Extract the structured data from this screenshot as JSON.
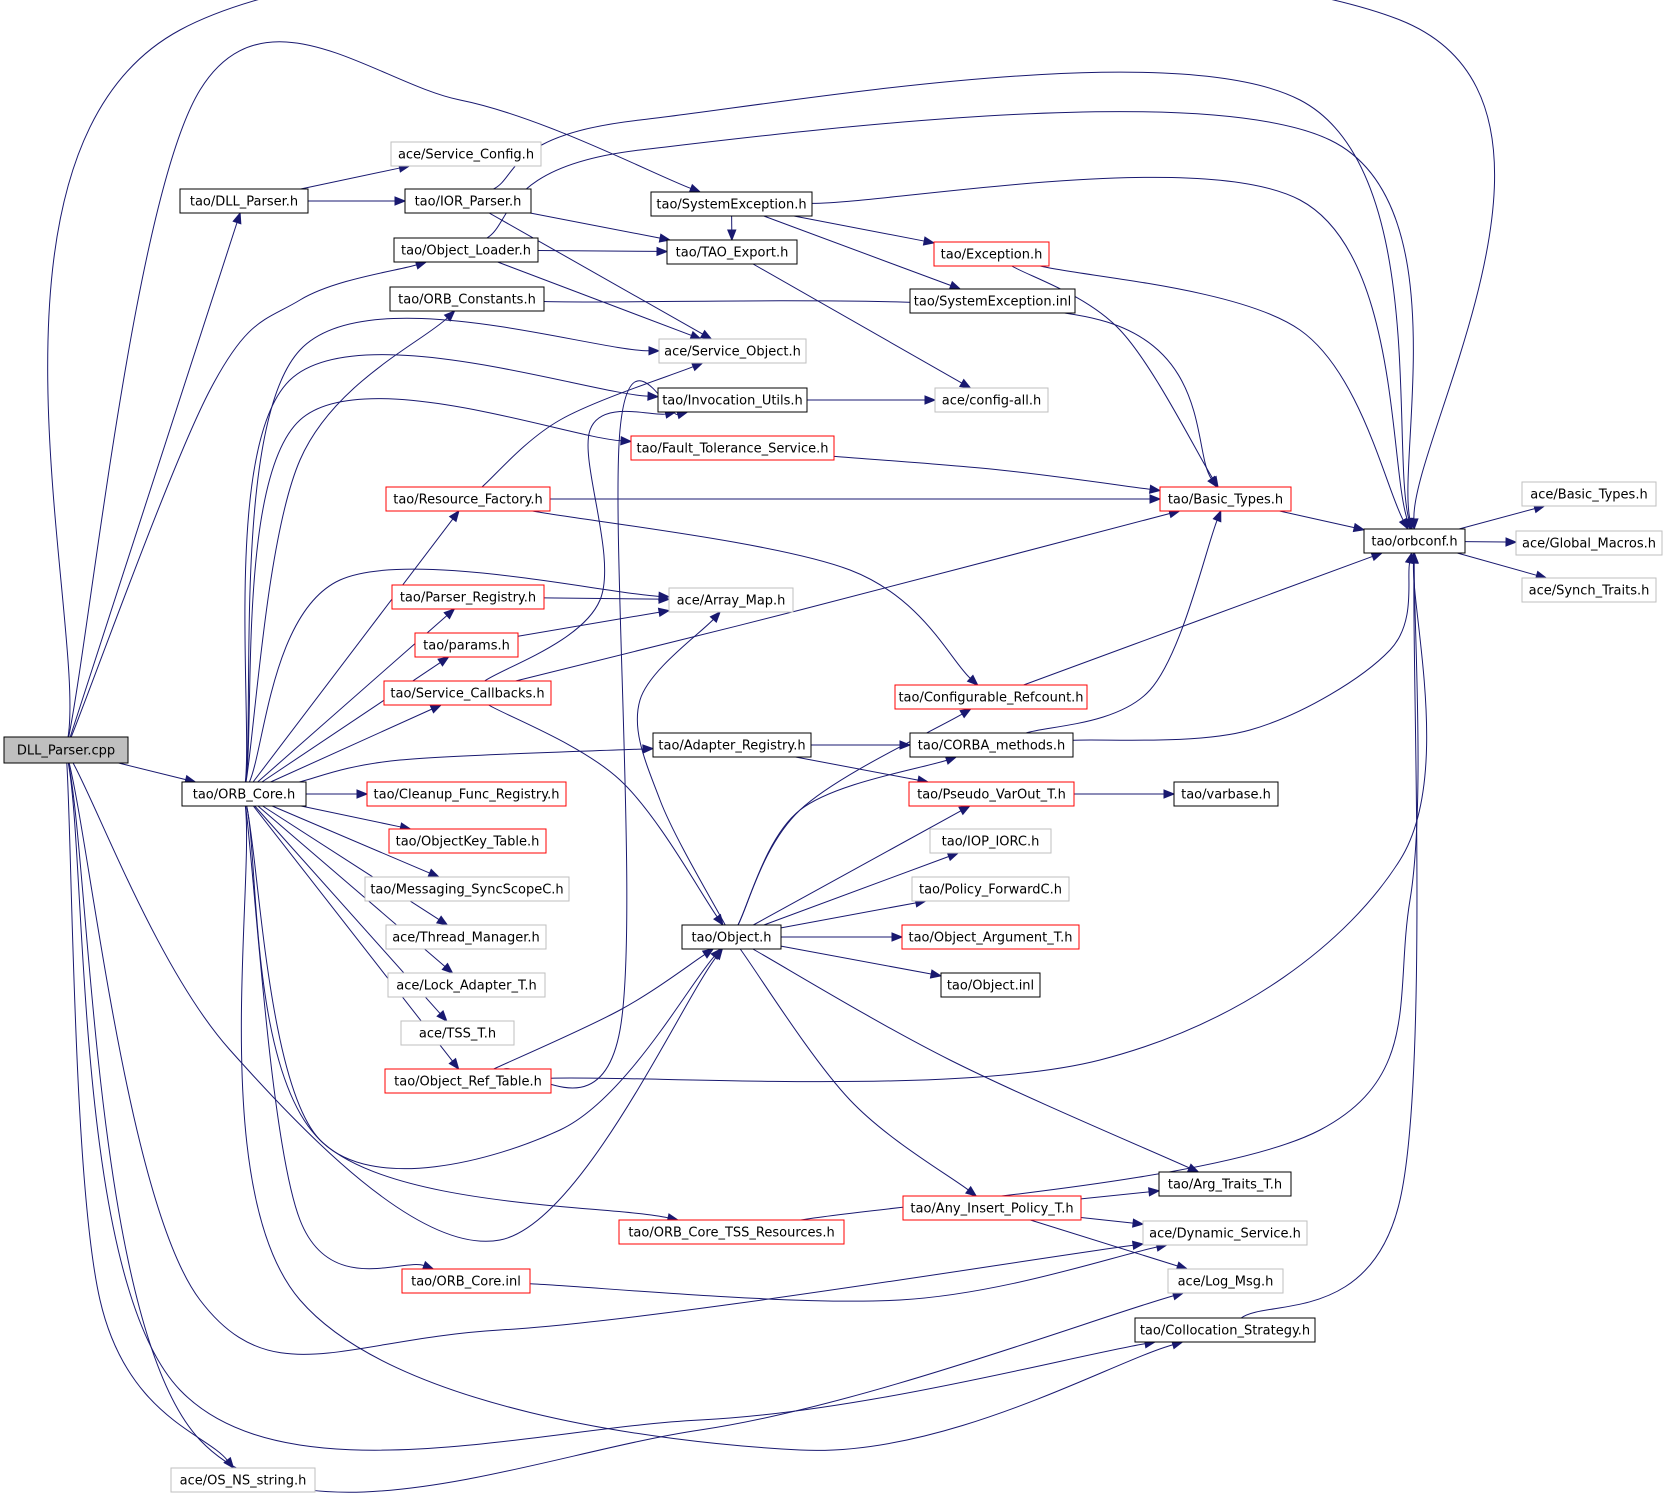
{
  "graph": {
    "style": {
      "edge_color": "#191970",
      "root_fill": "#bfbfbf",
      "border_black": "#000000",
      "border_red": "#ff0000",
      "border_gray": "#bfbfbf"
    },
    "nodes": [
      {
        "id": "n0",
        "label": "DLL_Parser.cpp",
        "kind": "root"
      },
      {
        "id": "n1",
        "label": "tao/DLL_Parser.h",
        "kind": "black"
      },
      {
        "id": "n2",
        "label": "ace/Service_Config.h",
        "kind": "gray"
      },
      {
        "id": "n3",
        "label": "tao/IOR_Parser.h",
        "kind": "black"
      },
      {
        "id": "n4",
        "label": "tao/SystemException.h",
        "kind": "black"
      },
      {
        "id": "n5",
        "label": "tao/Object_Loader.h",
        "kind": "black"
      },
      {
        "id": "n6",
        "label": "tao/TAO_Export.h",
        "kind": "black"
      },
      {
        "id": "n7",
        "label": "tao/Exception.h",
        "kind": "red"
      },
      {
        "id": "n8",
        "label": "tao/ORB_Constants.h",
        "kind": "black"
      },
      {
        "id": "n9",
        "label": "tao/SystemException.inl",
        "kind": "black"
      },
      {
        "id": "n10",
        "label": "ace/Service_Object.h",
        "kind": "gray"
      },
      {
        "id": "n11",
        "label": "tao/Invocation_Utils.h",
        "kind": "black"
      },
      {
        "id": "n12",
        "label": "ace/config-all.h",
        "kind": "gray"
      },
      {
        "id": "n13",
        "label": "tao/Fault_Tolerance_Service.h",
        "kind": "red"
      },
      {
        "id": "n14",
        "label": "tao/Resource_Factory.h",
        "kind": "red"
      },
      {
        "id": "n15",
        "label": "tao/Basic_Types.h",
        "kind": "red"
      },
      {
        "id": "n16",
        "label": "ace/Basic_Types.h",
        "kind": "gray"
      },
      {
        "id": "n17",
        "label": "tao/orbconf.h",
        "kind": "black"
      },
      {
        "id": "n18",
        "label": "ace/Global_Macros.h",
        "kind": "gray"
      },
      {
        "id": "n19",
        "label": "ace/Synch_Traits.h",
        "kind": "gray"
      },
      {
        "id": "n20",
        "label": "tao/Parser_Registry.h",
        "kind": "red"
      },
      {
        "id": "n21",
        "label": "ace/Array_Map.h",
        "kind": "gray"
      },
      {
        "id": "n22",
        "label": "tao/params.h",
        "kind": "red"
      },
      {
        "id": "n23",
        "label": "tao/Service_Callbacks.h",
        "kind": "red"
      },
      {
        "id": "n24",
        "label": "tao/Configurable_Refcount.h",
        "kind": "red"
      },
      {
        "id": "n25",
        "label": "tao/Adapter_Registry.h",
        "kind": "black"
      },
      {
        "id": "n26",
        "label": "tao/CORBA_methods.h",
        "kind": "black"
      },
      {
        "id": "n27",
        "label": "tao/ORB_Core.h",
        "kind": "black"
      },
      {
        "id": "n28",
        "label": "tao/Cleanup_Func_Registry.h",
        "kind": "red"
      },
      {
        "id": "n29",
        "label": "tao/Pseudo_VarOut_T.h",
        "kind": "red"
      },
      {
        "id": "n30",
        "label": "tao/varbase.h",
        "kind": "black"
      },
      {
        "id": "n31",
        "label": "tao/ObjectKey_Table.h",
        "kind": "red"
      },
      {
        "id": "n32",
        "label": "tao/IOP_IORC.h",
        "kind": "gray"
      },
      {
        "id": "n33",
        "label": "tao/Messaging_SyncScopeC.h",
        "kind": "gray"
      },
      {
        "id": "n34",
        "label": "tao/Policy_ForwardC.h",
        "kind": "gray"
      },
      {
        "id": "n35",
        "label": "ace/Thread_Manager.h",
        "kind": "gray"
      },
      {
        "id": "n36",
        "label": "tao/Object.h",
        "kind": "black"
      },
      {
        "id": "n37",
        "label": "tao/Object_Argument_T.h",
        "kind": "red"
      },
      {
        "id": "n38",
        "label": "ace/Lock_Adapter_T.h",
        "kind": "gray"
      },
      {
        "id": "n39",
        "label": "tao/Object.inl",
        "kind": "black"
      },
      {
        "id": "n40",
        "label": "ace/TSS_T.h",
        "kind": "gray"
      },
      {
        "id": "n41",
        "label": "tao/Object_Ref_Table.h",
        "kind": "red"
      },
      {
        "id": "n42",
        "label": "tao/Arg_Traits_T.h",
        "kind": "black"
      },
      {
        "id": "n43",
        "label": "tao/Any_Insert_Policy_T.h",
        "kind": "red"
      },
      {
        "id": "n44",
        "label": "ace/Dynamic_Service.h",
        "kind": "gray"
      },
      {
        "id": "n45",
        "label": "tao/ORB_Core_TSS_Resources.h",
        "kind": "red"
      },
      {
        "id": "n46",
        "label": "tao/ORB_Core.inl",
        "kind": "red"
      },
      {
        "id": "n47",
        "label": "ace/Log_Msg.h",
        "kind": "gray"
      },
      {
        "id": "n48",
        "label": "tao/Collocation_Strategy.h",
        "kind": "black"
      },
      {
        "id": "n49",
        "label": "ace/OS_NS_string.h",
        "kind": "gray"
      }
    ],
    "edges": [
      [
        "n0",
        "n1"
      ],
      [
        "n0",
        "n27"
      ],
      [
        "n0",
        "n5"
      ],
      [
        "n0",
        "n4"
      ],
      [
        "n0",
        "n17"
      ],
      [
        "n0",
        "n36"
      ],
      [
        "n0",
        "n44"
      ],
      [
        "n0",
        "n47"
      ],
      [
        "n0",
        "n48"
      ],
      [
        "n0",
        "n49"
      ],
      [
        "n1",
        "n2"
      ],
      [
        "n1",
        "n3"
      ],
      [
        "n3",
        "n6"
      ],
      [
        "n3",
        "n10"
      ],
      [
        "n3",
        "n17"
      ],
      [
        "n5",
        "n6"
      ],
      [
        "n5",
        "n10"
      ],
      [
        "n5",
        "n17"
      ],
      [
        "n4",
        "n6"
      ],
      [
        "n4",
        "n7"
      ],
      [
        "n4",
        "n9"
      ],
      [
        "n4",
        "n17"
      ],
      [
        "n6",
        "n12"
      ],
      [
        "n7",
        "n15"
      ],
      [
        "n7",
        "n17"
      ],
      [
        "n8",
        "n15"
      ],
      [
        "n11",
        "n12"
      ],
      [
        "n13",
        "n15"
      ],
      [
        "n14",
        "n15"
      ],
      [
        "n14",
        "n10"
      ],
      [
        "n14",
        "n24"
      ],
      [
        "n15",
        "n17"
      ],
      [
        "n17",
        "n16"
      ],
      [
        "n17",
        "n18"
      ],
      [
        "n17",
        "n19"
      ],
      [
        "n20",
        "n21"
      ],
      [
        "n22",
        "n21"
      ],
      [
        "n23",
        "n15"
      ],
      [
        "n23",
        "n11"
      ],
      [
        "n23",
        "n36"
      ],
      [
        "n24",
        "n17"
      ],
      [
        "n25",
        "n26"
      ],
      [
        "n25",
        "n29"
      ],
      [
        "n26",
        "n15"
      ],
      [
        "n26",
        "n17"
      ],
      [
        "n27",
        "n8"
      ],
      [
        "n27",
        "n10"
      ],
      [
        "n27",
        "n11"
      ],
      [
        "n27",
        "n13"
      ],
      [
        "n27",
        "n14"
      ],
      [
        "n27",
        "n21"
      ],
      [
        "n27",
        "n20"
      ],
      [
        "n27",
        "n22"
      ],
      [
        "n27",
        "n23"
      ],
      [
        "n27",
        "n25"
      ],
      [
        "n27",
        "n28"
      ],
      [
        "n27",
        "n31"
      ],
      [
        "n27",
        "n33"
      ],
      [
        "n27",
        "n35"
      ],
      [
        "n27",
        "n38"
      ],
      [
        "n27",
        "n40"
      ],
      [
        "n27",
        "n41"
      ],
      [
        "n27",
        "n36"
      ],
      [
        "n27",
        "n45"
      ],
      [
        "n27",
        "n46"
      ],
      [
        "n27",
        "n48"
      ],
      [
        "n29",
        "n30"
      ],
      [
        "n36",
        "n24"
      ],
      [
        "n36",
        "n26"
      ],
      [
        "n36",
        "n29"
      ],
      [
        "n36",
        "n32"
      ],
      [
        "n36",
        "n34"
      ],
      [
        "n36",
        "n37"
      ],
      [
        "n36",
        "n39"
      ],
      [
        "n36",
        "n42"
      ],
      [
        "n36",
        "n43"
      ],
      [
        "n36",
        "n21"
      ],
      [
        "n41",
        "n36"
      ],
      [
        "n41",
        "n17"
      ],
      [
        "n41",
        "n11"
      ],
      [
        "n43",
        "n42"
      ],
      [
        "n43",
        "n44"
      ],
      [
        "n43",
        "n47"
      ],
      [
        "n45",
        "n17"
      ],
      [
        "n46",
        "n44"
      ],
      [
        "n48",
        "n17"
      ]
    ]
  }
}
